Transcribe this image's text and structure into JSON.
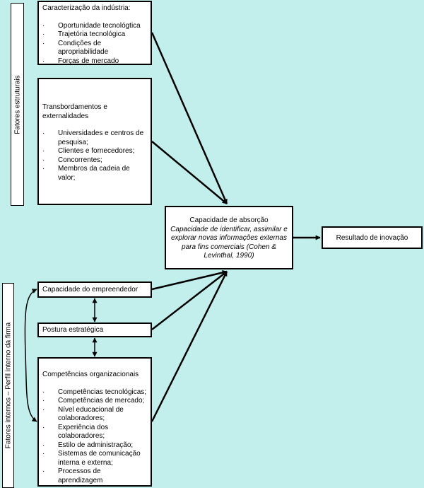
{
  "side_labels": {
    "structural": "Fatores estruturais",
    "internal": "Fatores internos – Perfil interno da firma"
  },
  "industry": {
    "title": "Caracterização da indústria:",
    "items": [
      "Oportunidade tecnológtica",
      "Trajetória tecnológica",
      "Condições de apropriabilidade",
      "Forças de mercado"
    ]
  },
  "spillovers": {
    "title": "Transbordamentos e externalidades",
    "items": [
      "Universidades e centros de pesquisa;",
      "Clientes e fornecedores;",
      "Concorrentes;",
      "Membros da cadeia de valor;"
    ]
  },
  "absorptive": {
    "title": "Capacidade de absorção",
    "description": "Capacidade de identificar, assimilar e explorar novas informações externas para fins comerciais",
    "citation": " (Cohen & Levinthal, 1990)"
  },
  "result": {
    "label": "Resultado de inovação"
  },
  "entrepreneur": {
    "label": "Capacidade do empreendedor"
  },
  "strategy": {
    "label": "Postura estratégica"
  },
  "competencies": {
    "title": "Competências organizacionais",
    "items": [
      "Competências tecnológicas;",
      "Competências de mercado;",
      "Nível educacional de colaboradores;",
      "Experiência dos colaboradores;",
      "Estilo de administração;",
      "Sistemas de comunicação interna e externa;",
      "Processos de aprendizagem"
    ]
  }
}
